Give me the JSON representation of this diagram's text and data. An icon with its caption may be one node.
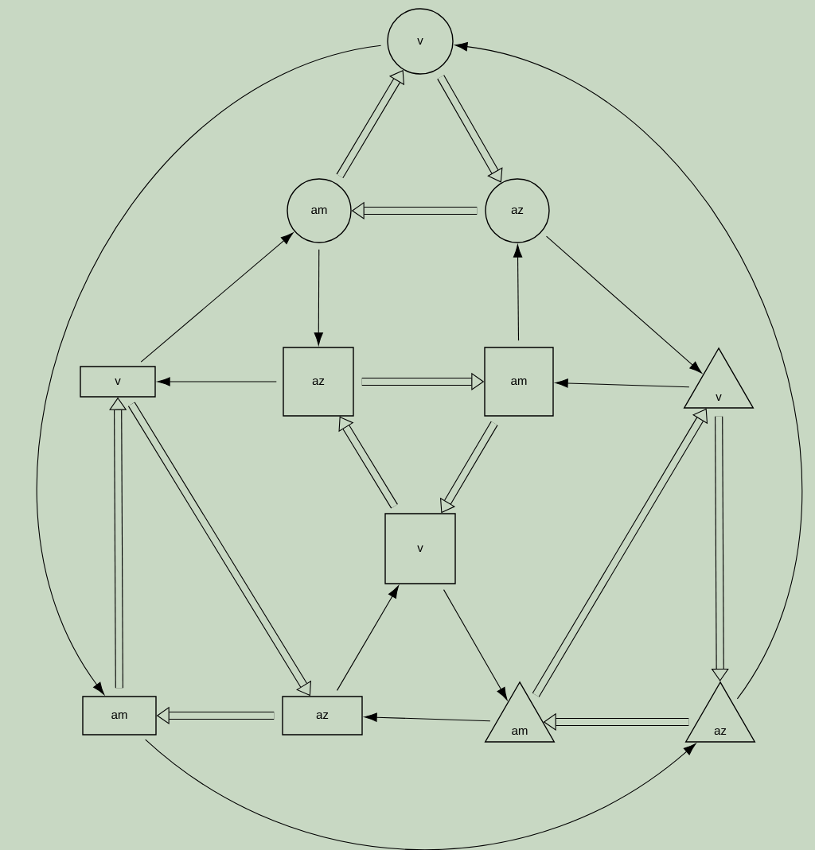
{
  "diagram": {
    "nodes": [
      {
        "text": [
          "v"
        ]
      },
      {
        "text": [
          "am"
        ]
      },
      {
        "text": [
          "az"
        ]
      },
      {
        "text": [
          "v"
        ]
      },
      {
        "text": [
          "az"
        ]
      },
      {
        "text": [
          "am"
        ]
      },
      {
        "text": [
          "v"
        ]
      },
      {
        "text": [
          "v"
        ]
      },
      {
        "text": [
          "am"
        ]
      },
      {
        "text": [
          "az"
        ]
      },
      {
        "text": [
          "am"
        ]
      },
      {
        "text": [
          "az"
        ]
      }
    ],
    "edges": [
      {
        "from": 1,
        "to": 0,
        "arrow": "to",
        "style": "thick"
      },
      {
        "from": 0,
        "to": 2,
        "arrow": "to",
        "style": "thick"
      },
      {
        "from": 2,
        "to": 1,
        "arrow": "to",
        "style": "thick"
      },
      {
        "from": 3,
        "to": 1,
        "arrow": "to"
      },
      {
        "from": 1,
        "to": 4,
        "arrow": "to"
      },
      {
        "from": 4,
        "to": 3,
        "arrow": "to"
      },
      {
        "from": 4,
        "to": 5,
        "arrow": "to",
        "style": "thick"
      },
      {
        "from": 5,
        "to": 7,
        "arrow": "to",
        "style": "thick"
      },
      {
        "from": 7,
        "to": 4,
        "arrow": "to",
        "style": "thick"
      },
      {
        "from": 5,
        "to": 2,
        "arrow": "to"
      },
      {
        "from": 2,
        "to": 6,
        "arrow": "to"
      },
      {
        "from": 6,
        "to": 5,
        "arrow": "to"
      },
      {
        "from": 8,
        "to": 3,
        "arrow": "to",
        "style": "thick"
      },
      {
        "from": 3,
        "to": 9,
        "arrow": "to",
        "style": "thick"
      },
      {
        "from": 9,
        "to": 8,
        "arrow": "to",
        "style": "thick"
      },
      {
        "from": 9,
        "to": 7,
        "arrow": "to"
      },
      {
        "from": 7,
        "to": 10,
        "arrow": "to"
      },
      {
        "from": 10,
        "to": 9,
        "arrow": "to"
      },
      {
        "from": 10,
        "to": 6,
        "arrow": "to",
        "style": "thick"
      },
      {
        "from": 6,
        "to": 11,
        "arrow": "to",
        "style": "thick"
      },
      {
        "from": 11,
        "to": 10,
        "arrow": "to",
        "style": "thick"
      },
      {
        "from": 0,
        "to": 8,
        "arrow": "to"
      },
      {
        "from": 8,
        "to": 11,
        "arrow": "to"
      },
      {
        "from": 11,
        "to": 0,
        "arrow": "to"
      }
    ]
  }
}
